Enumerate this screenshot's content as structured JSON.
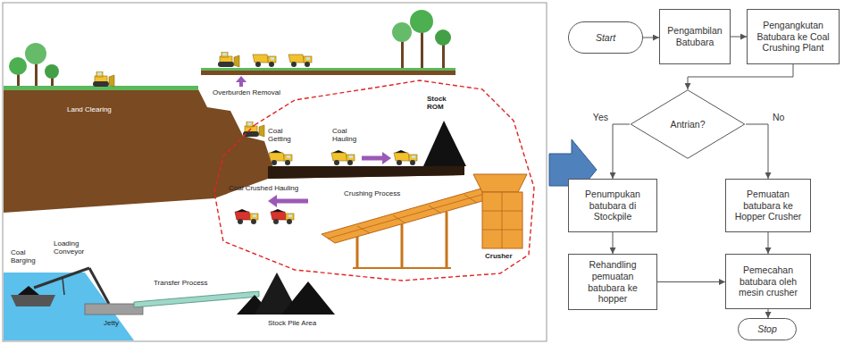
{
  "diagram": {
    "nodes": [
      {
        "text": [
          "Start"
        ]
      },
      {
        "text": [
          "Pengambilan Batubara"
        ]
      },
      {
        "text": [
          "Pengangkutan Batubara ke Coal Crushing Plant"
        ]
      },
      {
        "text": [
          "Antrian?"
        ]
      },
      {
        "text": [
          "Penumpukan batubara di Stockpile"
        ]
      },
      {
        "text": [
          "Pemuatan batubara ke Hopper Crusher"
        ]
      },
      {
        "text": [
          "Rehandling pemuatan batubara ke hopper"
        ]
      },
      {
        "text": [
          "Pemecahan batubara oleh mesin crusher"
        ]
      },
      {
        "text": [
          "Stop"
        ]
      }
    ],
    "edges": [
      {
        "from": 0,
        "to": 1,
        "arrow": "to"
      },
      {
        "from": 1,
        "to": 2,
        "arrow": "to"
      },
      {
        "from": 2,
        "to": 3,
        "arrow": "to"
      },
      {
        "from": 3,
        "to": 4,
        "label": "Yes",
        "arrow": "to"
      },
      {
        "from": 3,
        "to": 5,
        "label": "No",
        "arrow": "to"
      },
      {
        "from": 4,
        "to": 6,
        "arrow": "to"
      },
      {
        "from": 6,
        "to": 7,
        "arrow": "to"
      },
      {
        "from": 5,
        "to": 7,
        "arrow": "to"
      },
      {
        "from": 7,
        "to": 8,
        "arrow": "to"
      }
    ],
    "labels": [
      "Land Clearing",
      "Overburden Removal",
      "Stock ROM",
      "Coal Getting",
      "Coal Hauling",
      "Coal Crushed Hauling",
      "Crushing Process",
      "Crusher",
      "Coal Barging",
      "Loading Conveyor",
      "Transfer Process",
      "Jetty",
      "Stock Pile Area"
    ]
  }
}
